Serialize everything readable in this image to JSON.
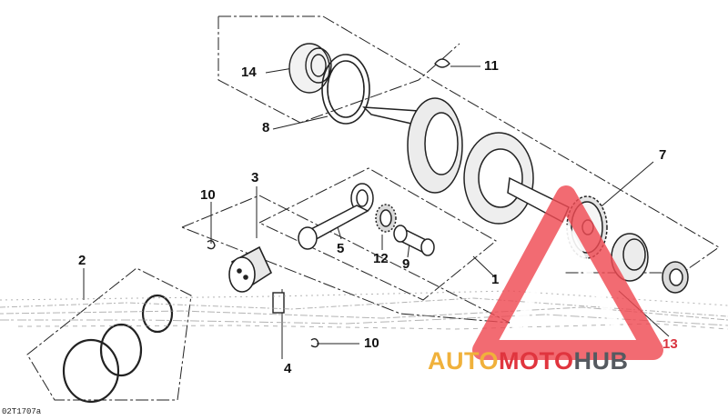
{
  "callouts": {
    "c1": "1",
    "c2": "2",
    "c3": "3",
    "c4": "4",
    "c5": "5",
    "c7": "7",
    "c8": "8",
    "c9": "9",
    "c10a": "10",
    "c10b": "10",
    "c11": "11",
    "c12": "12",
    "c13": "13",
    "c14": "14"
  },
  "doc_code": "02T1707a",
  "watermark": {
    "part1": "AUTO",
    "part2": "MOTO",
    "part3": "HUB",
    "colors": {
      "auto": "#f0b13b",
      "moto": "#e0353e",
      "hub": "#555a60"
    }
  }
}
